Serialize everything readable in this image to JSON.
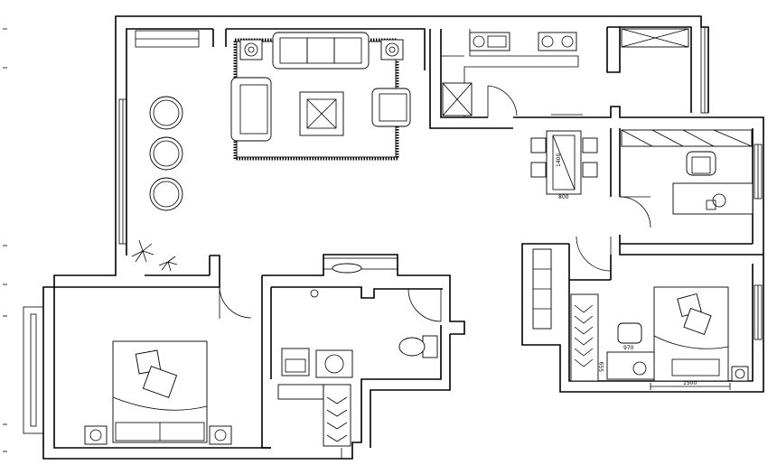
{
  "dimensions": {
    "dining_table_length": "1400",
    "dining_table_width": "800",
    "desk_chair_offset": "970",
    "desk_depth": "559",
    "bed_width": "1500"
  }
}
